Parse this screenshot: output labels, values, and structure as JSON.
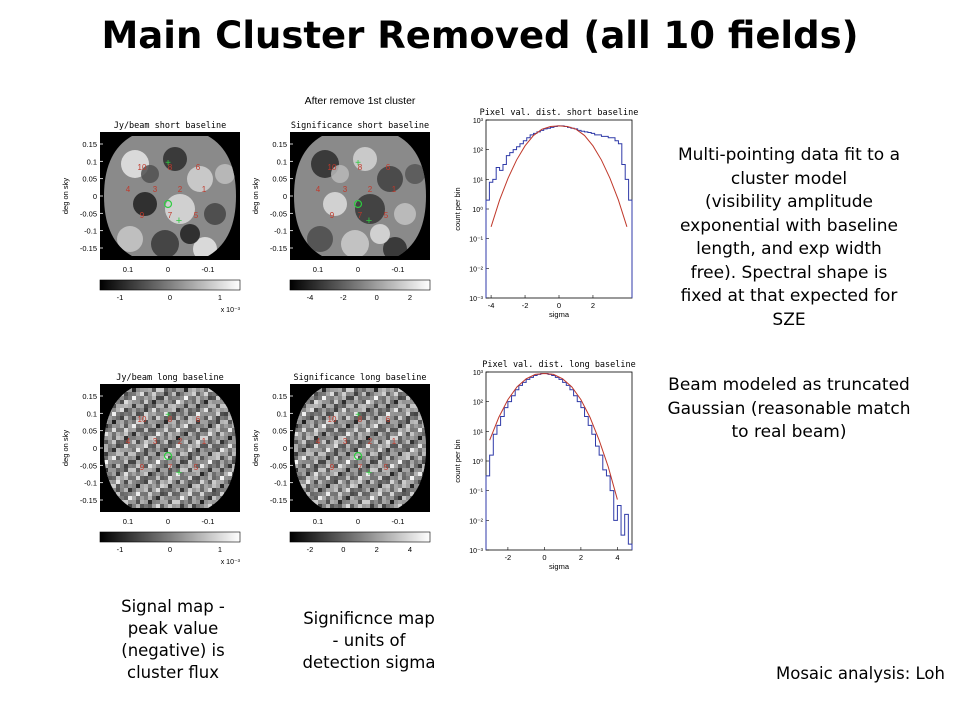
{
  "title": "Main Cluster Removed (all 10 fields)",
  "figure_caption": "After remove 1st cluster",
  "maps": [
    {
      "title": "Jy/beam short baseline",
      "ylabel": "deg on sky",
      "yticks": [
        "0.15",
        "0.1",
        "0.05",
        "0",
        "-0.05",
        "-0.1",
        "-0.15"
      ],
      "xticks": [
        "0.1",
        "0",
        "-0.1"
      ],
      "cbar_ticks": [
        "-1",
        "0",
        "1"
      ],
      "cbar_unit": "x 10⁻³"
    },
    {
      "title": "Significance short baseline",
      "ylabel": "deg on sky",
      "yticks": [
        "0.15",
        "0.1",
        "0.05",
        "0",
        "-0.05",
        "-0.1",
        "-0.15"
      ],
      "xticks": [
        "0.1",
        "0",
        "-0.1"
      ],
      "cbar_ticks": [
        "-4",
        "-2",
        "0",
        "2"
      ],
      "cbar_unit": ""
    },
    {
      "title": "Jy/beam long baseline",
      "ylabel": "deg on sky",
      "yticks": [
        "0.15",
        "0.1",
        "0.05",
        "0",
        "-0.05",
        "-0.1",
        "-0.15"
      ],
      "xticks": [
        "0.1",
        "0",
        "-0.1"
      ],
      "cbar_ticks": [
        "-1",
        "0",
        "1"
      ],
      "cbar_unit": "x 10⁻³"
    },
    {
      "title": "Significance long baseline",
      "ylabel": "deg on sky",
      "yticks": [
        "0.15",
        "0.1",
        "0.05",
        "0",
        "-0.05",
        "-0.1",
        "-0.15"
      ],
      "xticks": [
        "0.1",
        "0",
        "-0.1"
      ],
      "cbar_ticks": [
        "-2",
        "0",
        "2",
        "4"
      ],
      "cbar_unit": ""
    }
  ],
  "field_labels": [
    "10",
    "8",
    "6",
    "4",
    "3",
    "2",
    "1",
    "9",
    "7",
    "5"
  ],
  "chart_data": [
    {
      "type": "line",
      "title": "Pixel val. dist. short baseline",
      "xlabel": "sigma",
      "ylabel": "count per bin",
      "xlim": [
        -4.3,
        4.3
      ],
      "ylog": true,
      "ylim_exp": [
        -3,
        3
      ],
      "xticks": [
        -4,
        -2,
        0,
        2
      ],
      "ytick_labels": [
        "10⁻³",
        "10⁻²",
        "10⁻¹",
        "10⁰",
        "10¹",
        "10²",
        "10³"
      ],
      "series": [
        {
          "kind": "histogram",
          "color": "#2f3aa8",
          "x": [
            -4.2,
            -4.0,
            -3.8,
            -3.6,
            -3.4,
            -3.2,
            -3.0,
            -2.8,
            -2.6,
            -2.4,
            -2.2,
            -2.0,
            -1.8,
            -1.6,
            -1.4,
            -1.2,
            -1.0,
            -0.8,
            -0.6,
            -0.4,
            -0.2,
            0.0,
            0.2,
            0.4,
            0.6,
            0.8,
            1.0,
            1.2,
            1.4,
            1.6,
            1.8,
            2.0,
            2.2,
            2.4,
            2.6,
            2.8,
            3.0,
            3.2,
            3.4,
            3.6,
            3.8,
            4.0,
            4.2
          ],
          "y": [
            0.3,
            0.9,
            1.0,
            1.4,
            1.3,
            1.5,
            1.8,
            1.9,
            2.0,
            2.1,
            2.2,
            2.3,
            2.4,
            2.5,
            2.55,
            2.6,
            2.65,
            2.7,
            2.72,
            2.75,
            2.78,
            2.8,
            2.8,
            2.78,
            2.75,
            2.72,
            2.7,
            2.65,
            2.62,
            2.6,
            2.58,
            2.55,
            2.5,
            2.5,
            2.45,
            2.45,
            2.4,
            2.4,
            2.3,
            2.2,
            1.5,
            1.0,
            0.3
          ]
        },
        {
          "kind": "gaussian",
          "color": "#c0392b",
          "x": [
            -4,
            -3.5,
            -3,
            -2.5,
            -2,
            -1.5,
            -1,
            -0.5,
            0,
            0.5,
            1,
            1.5,
            2,
            2.5,
            3,
            3.5,
            4
          ],
          "y": [
            -0.6,
            0.3,
            1.04,
            1.65,
            2.13,
            2.48,
            2.69,
            2.78,
            2.8,
            2.78,
            2.69,
            2.48,
            2.13,
            1.65,
            1.04,
            0.3,
            -0.6
          ]
        }
      ]
    },
    {
      "type": "line",
      "title": "Pixel val. dist. long baseline",
      "xlabel": "sigma",
      "ylabel": "count per bin",
      "xlim": [
        -3.2,
        4.8
      ],
      "ylog": true,
      "ylim_exp": [
        -3,
        3
      ],
      "xticks": [
        -2,
        0,
        2,
        4
      ],
      "ytick_labels": [
        "10⁻³",
        "10⁻²",
        "10⁻¹",
        "10⁰",
        "10¹",
        "10²",
        "10³"
      ],
      "series": [
        {
          "kind": "histogram",
          "color": "#2f3aa8",
          "x": [
            -3.1,
            -2.9,
            -2.7,
            -2.5,
            -2.3,
            -2.1,
            -1.9,
            -1.7,
            -1.5,
            -1.3,
            -1.1,
            -0.9,
            -0.7,
            -0.5,
            -0.3,
            -0.1,
            0.1,
            0.3,
            0.5,
            0.7,
            0.9,
            1.1,
            1.3,
            1.5,
            1.7,
            1.9,
            2.1,
            2.3,
            2.5,
            2.7,
            2.9,
            3.1,
            3.3,
            3.5,
            3.7,
            3.9,
            4.1,
            4.3,
            4.5,
            4.7
          ],
          "y": [
            -0.5,
            0.2,
            0.9,
            1.2,
            1.5,
            1.8,
            2.0,
            2.2,
            2.4,
            2.55,
            2.65,
            2.75,
            2.82,
            2.88,
            2.92,
            2.95,
            2.95,
            2.92,
            2.88,
            2.82,
            2.75,
            2.65,
            2.55,
            2.4,
            2.2,
            2.0,
            1.8,
            1.5,
            1.2,
            0.9,
            0.5,
            0.2,
            -0.3,
            -0.5,
            -1.0,
            -2.0,
            -1.5,
            -2.5,
            -1.8,
            -2.8
          ]
        },
        {
          "kind": "gaussian",
          "color": "#c0392b",
          "x": [
            -3,
            -2.5,
            -2,
            -1.5,
            -1,
            -0.5,
            0,
            0.5,
            1,
            1.5,
            2,
            2.5,
            3,
            3.5,
            4
          ],
          "y": [
            0.7,
            1.47,
            2.07,
            2.5,
            2.77,
            2.92,
            2.95,
            2.92,
            2.77,
            2.5,
            2.07,
            1.47,
            0.7,
            -0.2,
            -1.3
          ]
        }
      ]
    }
  ],
  "side_text_1": [
    "Multi-pointing data fit to a",
    "cluster model",
    "(visibility amplitude",
    "exponential with baseline",
    "length, and exp width",
    "free). Spectral shape is",
    "fixed at that expected for",
    "SZE"
  ],
  "side_text_2": [
    "Beam modeled as truncated",
    "Gaussian (reasonable match",
    "to real beam)"
  ],
  "caption_signal": [
    "Signal map -",
    "peak value",
    "(negative) is",
    "cluster flux"
  ],
  "caption_significance": [
    "Significnce map",
    "- units of",
    "detection sigma"
  ],
  "credit": "Mosaic analysis: Loh"
}
